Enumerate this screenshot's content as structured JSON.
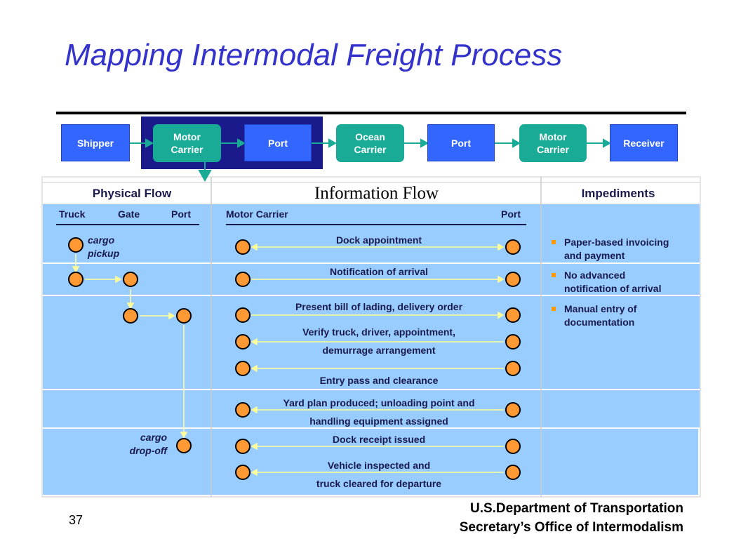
{
  "title": "Mapping Intermodal Freight Process",
  "process": [
    "Shipper",
    "Motor Carrier",
    "Port",
    "Ocean Carrier",
    "Port",
    "Motor Carrier",
    "Receiver"
  ],
  "headers": {
    "physical": "Physical Flow",
    "information": "Information Flow",
    "impediments": "Impediments"
  },
  "physical_sub": [
    "Truck",
    "Gate",
    "Port"
  ],
  "info_sub": {
    "left": "Motor Carrier",
    "right": "Port"
  },
  "cargo_pickup": [
    "cargo",
    "pickup"
  ],
  "cargo_dropoff": [
    "cargo",
    "drop-off"
  ],
  "messages": [
    [
      "Dock appointment"
    ],
    [
      "Notification of arrival"
    ],
    [
      "Present bill of lading, delivery order"
    ],
    [
      "Verify truck, driver, appointment,",
      "demurrage arrangement"
    ],
    [
      "Entry pass and clearance"
    ],
    [
      "Yard plan produced; unloading point and",
      "handling equipment assigned"
    ],
    [
      "Dock receipt issued"
    ],
    [
      "Vehicle inspected and",
      "truck cleared for departure"
    ]
  ],
  "impediments": [
    [
      "Paper-based invoicing",
      "and payment"
    ],
    [
      "No advanced",
      "notification of arrival"
    ],
    [
      "Manual entry of",
      "documentation"
    ]
  ],
  "footer": [
    "U.S.Department of Transportation",
    "Secretary’s Office of Intermodalism"
  ],
  "page_number": "37",
  "colors": {
    "title": "#3333cc",
    "process_blue": "#3366ff",
    "process_green": "#1aab96",
    "highlight": "#1a1a8c",
    "band": "#99ccff",
    "node": "#ff9933",
    "arrow": "#ffff99"
  }
}
